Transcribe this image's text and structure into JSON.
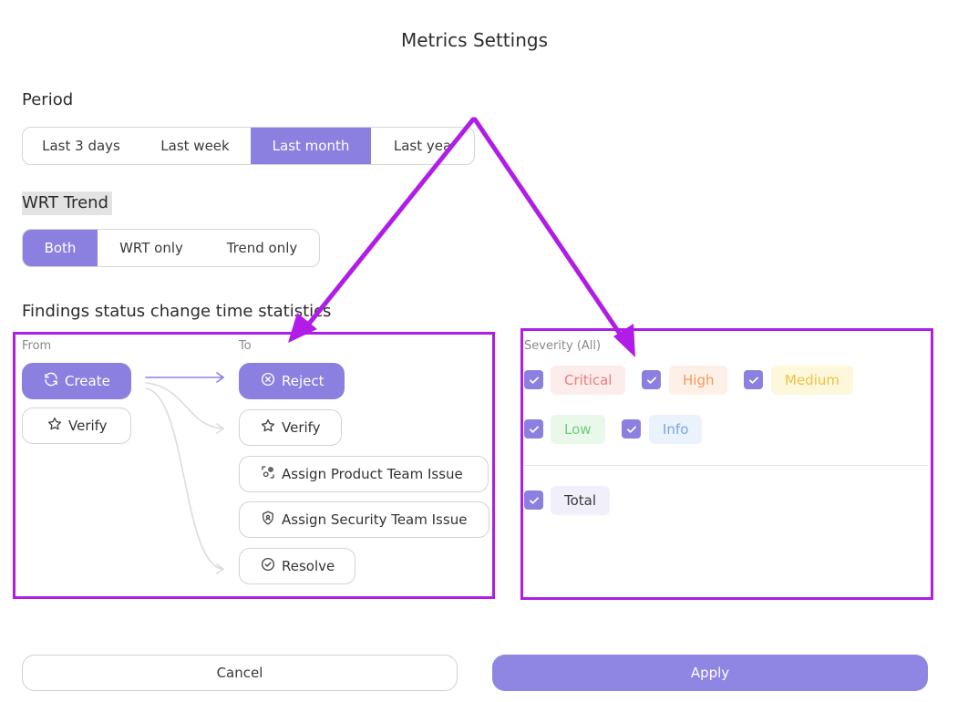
{
  "dialog": {
    "title": "Metrics Settings"
  },
  "period": {
    "title": "Period",
    "options": [
      "Last 3 days",
      "Last week",
      "Last month",
      "Last yea"
    ],
    "selected": "Last month"
  },
  "wrt_trend": {
    "title": "WRT Trend",
    "options": [
      "Both",
      "WRT only",
      "Trend only"
    ],
    "selected": "Both"
  },
  "findings": {
    "title": "Findings status change time statistics",
    "from_label": "From",
    "to_label": "To",
    "from": [
      {
        "label": "Create",
        "icon": "refresh-icon",
        "active": true
      },
      {
        "label": "Verify",
        "icon": "star-icon",
        "active": false
      }
    ],
    "to": [
      {
        "label": "Reject",
        "icon": "x-circle-icon",
        "active": true
      },
      {
        "label": "Verify",
        "icon": "star-icon",
        "active": false
      },
      {
        "label": "Assign Product Team Issue",
        "icon": "product-team-icon",
        "active": false
      },
      {
        "label": "Assign Security Team Issue",
        "icon": "shield-user-icon",
        "active": false
      },
      {
        "label": "Resolve",
        "icon": "check-circle-icon",
        "active": false
      }
    ]
  },
  "severity": {
    "label": "Severity (All)",
    "items": [
      {
        "label": "Critical",
        "checked": true,
        "text_color": "#f07a7a",
        "bg_color": "#fdecec"
      },
      {
        "label": "High",
        "checked": true,
        "text_color": "#f29a5c",
        "bg_color": "#fdf0e6"
      },
      {
        "label": "Medium",
        "checked": true,
        "text_color": "#f0c040",
        "bg_color": "#fdf8dc"
      },
      {
        "label": "Low",
        "checked": true,
        "text_color": "#6fcf7b",
        "bg_color": "#eaf8ec"
      },
      {
        "label": "Info",
        "checked": true,
        "text_color": "#7aa5e6",
        "bg_color": "#eaf2fc"
      }
    ],
    "total": {
      "label": "Total",
      "checked": true,
      "bg_color": "#f1effa"
    }
  },
  "footer": {
    "cancel_label": "Cancel",
    "apply_label": "Apply"
  },
  "theme": {
    "accent": "#8b80e0",
    "annotation": "#b01de6"
  }
}
